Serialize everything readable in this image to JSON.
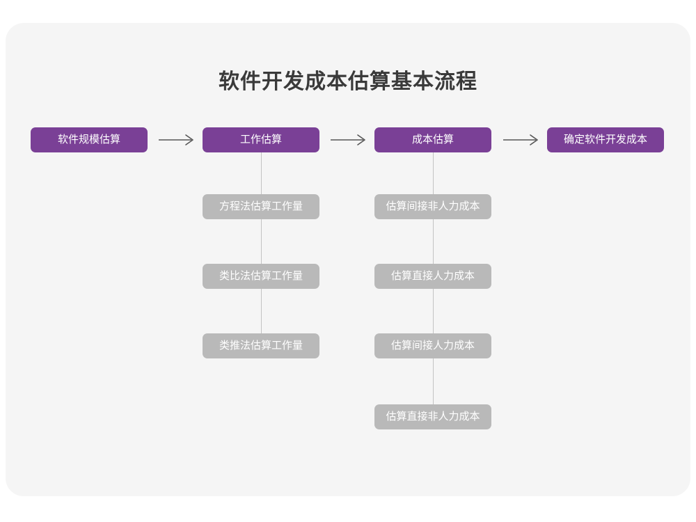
{
  "page": {
    "background_color": "#ffffff",
    "card_color": "#f5f5f5"
  },
  "diagram": {
    "title": "软件开发成本估算基本流程",
    "type": "flowchart",
    "accent_color": "#7a4096",
    "sub_color": "#b9b9b9",
    "connector_color": "#c3c3c3",
    "arrow_color": "#555555",
    "main_flow": [
      {
        "id": "step-1",
        "label": "软件规模估算"
      },
      {
        "id": "step-2",
        "label": "工作估算"
      },
      {
        "id": "step-3",
        "label": "成本估算"
      },
      {
        "id": "step-4",
        "label": "确定软件开发成本"
      }
    ],
    "arrows": [
      {
        "id": "arrow-1",
        "glyph": "right-arrow",
        "from": "step-1",
        "to": "step-2"
      },
      {
        "id": "arrow-2",
        "glyph": "right-arrow",
        "from": "step-2",
        "to": "step-3"
      },
      {
        "id": "arrow-3",
        "glyph": "right-arrow",
        "from": "step-3",
        "to": "step-4"
      }
    ],
    "branches": [
      {
        "parent": "step-2",
        "items": [
          {
            "label": "方程法估算工作量"
          },
          {
            "label": "类比法估算工作量"
          },
          {
            "label": "类推法估算工作量"
          }
        ]
      },
      {
        "parent": "step-3",
        "items": [
          {
            "label": "估算间接非人力成本"
          },
          {
            "label": "估算直接人力成本"
          },
          {
            "label": "估算间接人力成本"
          },
          {
            "label": "估算直接非人力成本"
          }
        ]
      }
    ]
  }
}
